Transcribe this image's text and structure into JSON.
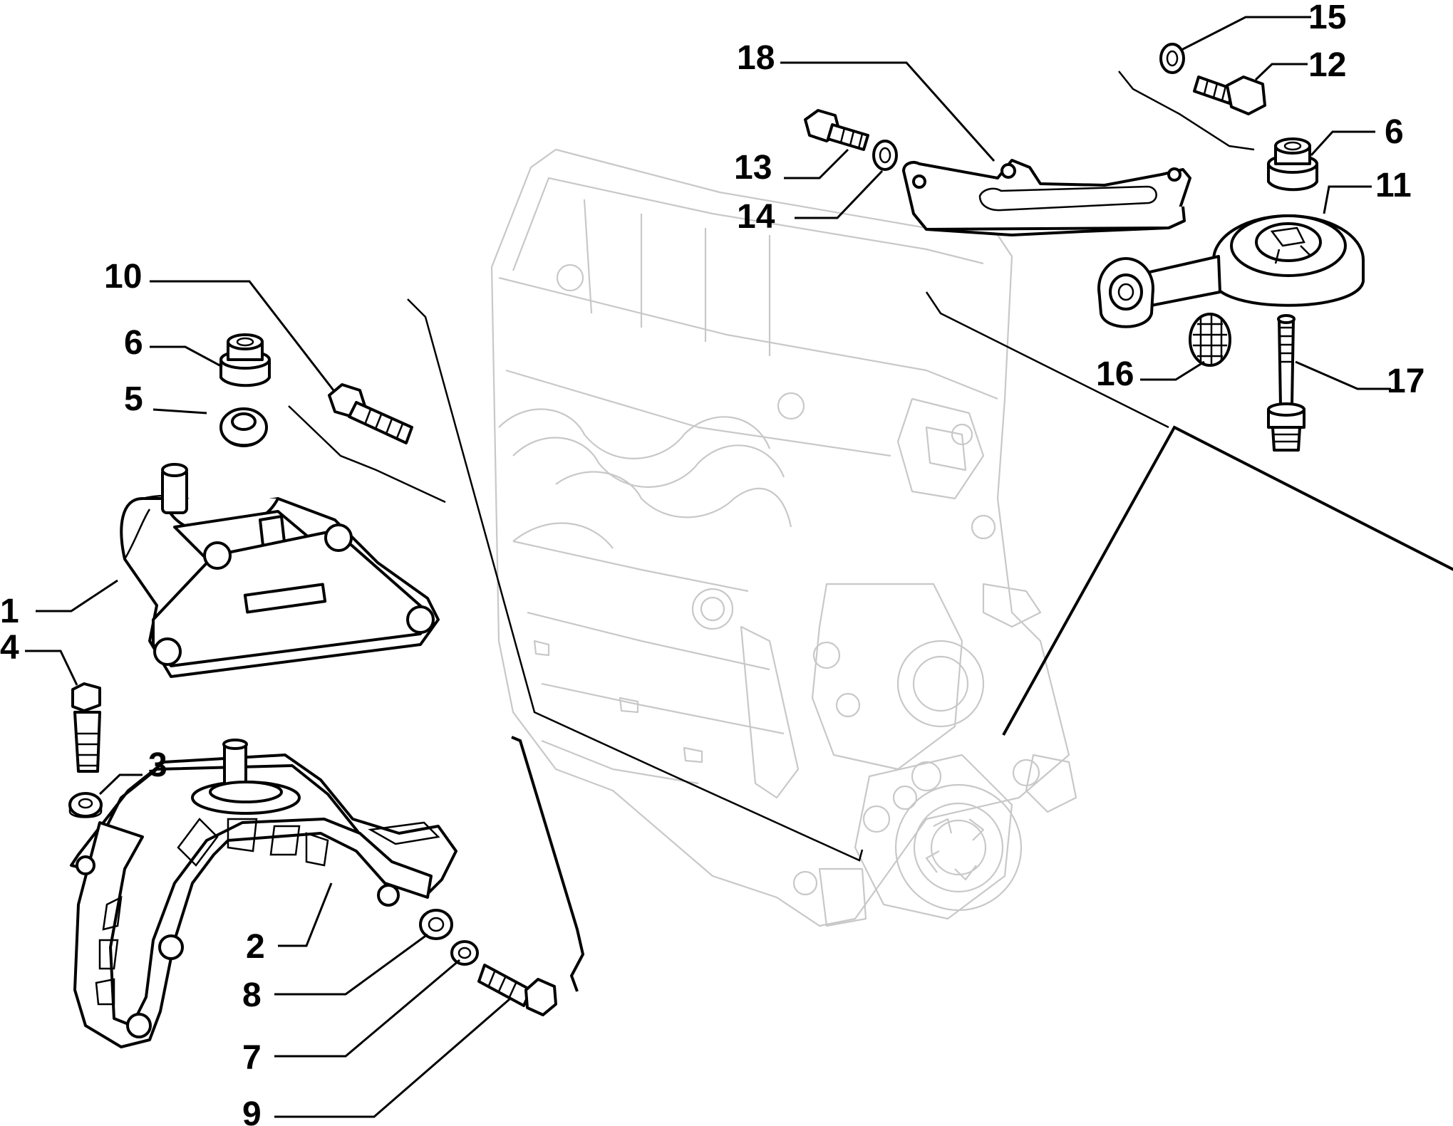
{
  "callouts": {
    "c1": "1",
    "c2": "2",
    "c3": "3",
    "c4": "4",
    "c5": "5",
    "c6a": "6",
    "c6b": "6",
    "c7": "7",
    "c8": "8",
    "c9": "9",
    "c10": "10",
    "c11": "11",
    "c12": "12",
    "c13": "13",
    "c14": "14",
    "c15": "15",
    "c16": "16",
    "c17": "17",
    "c18": "18"
  }
}
